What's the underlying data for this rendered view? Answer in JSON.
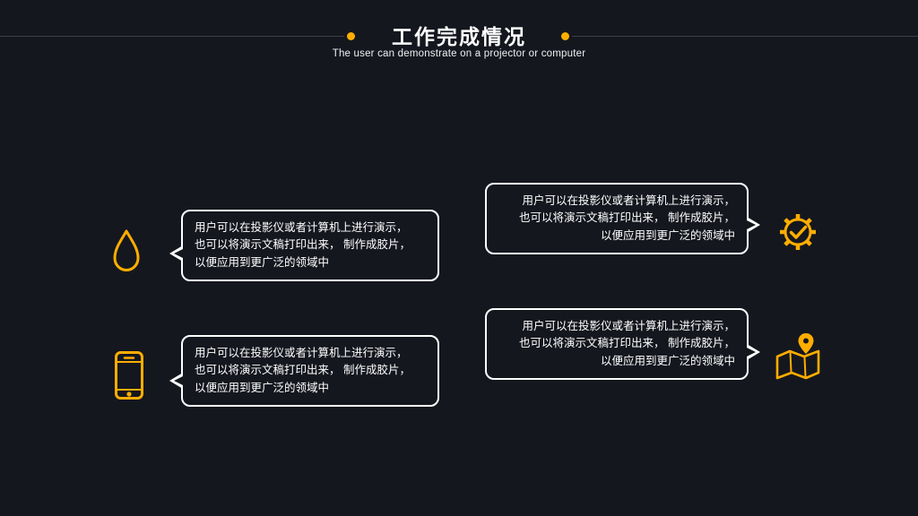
{
  "slide": {
    "title": "工作完成情况",
    "subtitle": "The user can demonstrate on a projector or computer"
  },
  "bubbles": [
    {
      "position": "top-left",
      "icon": "water-drop-icon",
      "text": "用户可以在投影仪或者计算机上进行演示，\n也可以将演示文稿打印出来， 制作成胶片，\n以便应用到更广泛的领域中"
    },
    {
      "position": "top-right",
      "icon": "gear-check-icon",
      "text": "用户可以在投影仪或者计算机上进行演示，\n也可以将演示文稿打印出来， 制作成胶片，\n以便应用到更广泛的领域中"
    },
    {
      "position": "bottom-left",
      "icon": "smartphone-icon",
      "text": "用户可以在投影仪或者计算机上进行演示，\n也可以将演示文稿打印出来， 制作成胶片，\n以便应用到更广泛的领域中"
    },
    {
      "position": "bottom-right",
      "icon": "map-pin-icon",
      "text": "用户可以在投影仪或者计算机上进行演示，\n也可以将演示文稿打印出来， 制作成胶片，\n以便应用到更广泛的领域中"
    }
  ],
  "colors": {
    "background": "#15171F",
    "accent": "#FFAE00",
    "bubble_border": "#FFFFFF",
    "divider_line": "#3C3F49"
  }
}
